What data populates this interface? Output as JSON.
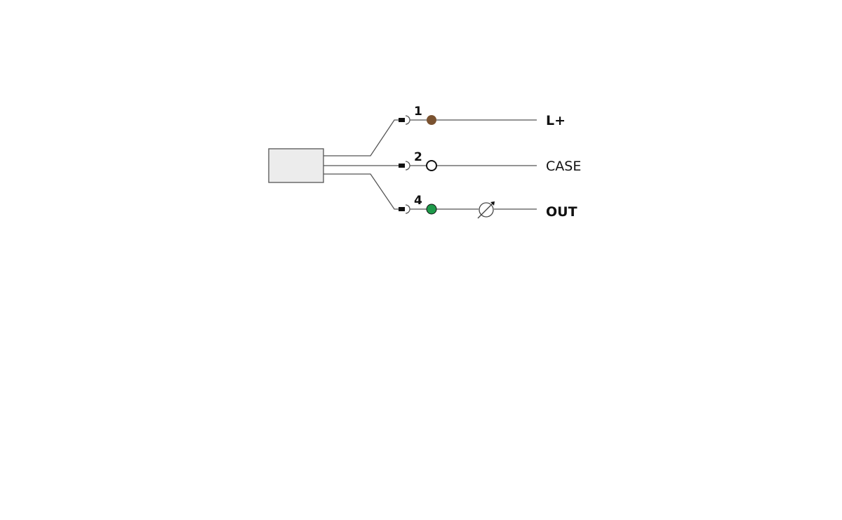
{
  "pins": [
    {
      "number": "1",
      "label": "L+",
      "color": "#7a5230",
      "bold": true
    },
    {
      "number": "2",
      "label": "CASE",
      "color": "#ffffff",
      "bold": false
    },
    {
      "number": "4",
      "label": "OUT",
      "color": "#1e9a4a",
      "bold": true,
      "load": "variable-resistor-icon"
    }
  ],
  "device_color": "#ececec"
}
